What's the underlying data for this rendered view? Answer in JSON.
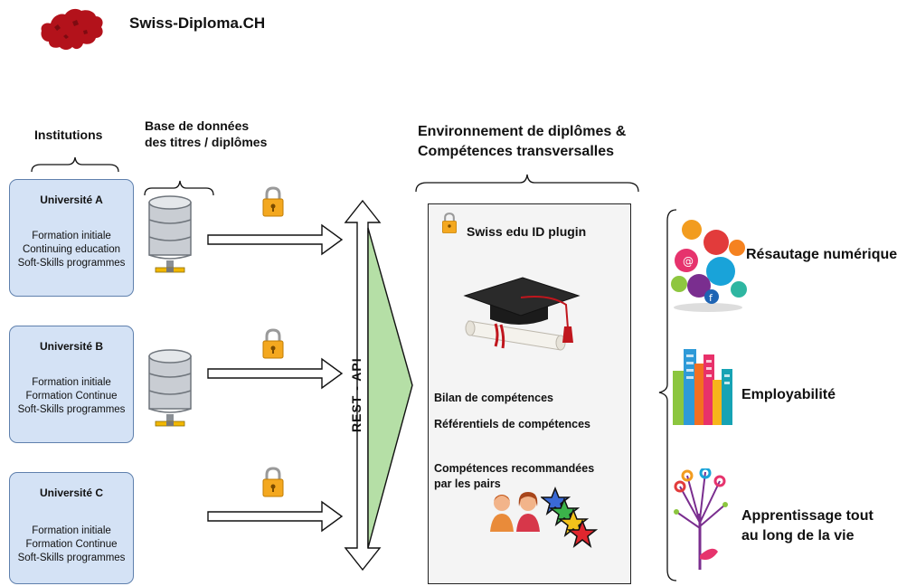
{
  "header": {
    "brand": "Swiss-Diploma.CH"
  },
  "columns": {
    "institutions": "Institutions",
    "database": [
      "Base de données",
      "des titres / diplômes"
    ],
    "environment": [
      "Environnement de diplômes &",
      "Compétences transversalles"
    ]
  },
  "universities": [
    {
      "name": "Université A",
      "lines": [
        "Formation initiale",
        "Continuing education",
        "Soft-Skills programmes"
      ]
    },
    {
      "name": "Université B",
      "lines": [
        "Formation initiale",
        "Formation Continue",
        "Soft-Skills programmes"
      ]
    },
    {
      "name": "Université C",
      "lines": [
        "Formation initiale",
        "Formation Continue",
        "Soft-Skills programmes"
      ]
    }
  ],
  "api": {
    "label": "REST - API"
  },
  "environment": {
    "plugin": "Swiss edu ID plugin",
    "items": [
      "Bilan de compétences",
      "Référentiels de compétences"
    ],
    "peer": [
      "Compétences recommandées",
      "par les pairs"
    ]
  },
  "outcomes": {
    "networking": "Résautage numérique",
    "employability": "Employabilité",
    "lifelong": [
      "Apprentissage tout",
      "au long de la vie"
    ]
  },
  "icons": [
    "swiss-map-icon",
    "database-icon",
    "lock-icon",
    "graduation-cap-icon",
    "diploma-scroll-icon",
    "people-icon",
    "stars-icon",
    "social-media-icon",
    "city-buildings-icon",
    "learning-tree-icon"
  ]
}
